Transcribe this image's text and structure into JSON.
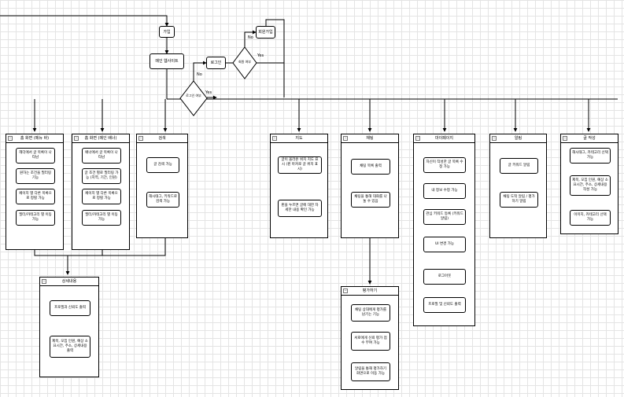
{
  "flow": {
    "start": "가입",
    "main_website": "메인 웹사이트",
    "login": "로그인",
    "signup_feature": "회원가입",
    "member_decision": "회원 여부",
    "login_decision": "로그인 여부",
    "edge_no_1": "No",
    "edge_yes_1": "Yes",
    "edge_no_2": "No",
    "edge_yes_2": "Yes"
  },
  "pools": [
    {
      "title": "홈 화면 (메뉴 바)",
      "items": [
        "헤더에서 글 목록이 나타남",
        "원하는 조건을 필터링 기능",
        "페이지 별 다른 목록으로 정렬 가능",
        "필터/카테고리 별 이동 가능"
      ]
    },
    {
      "title": "홈 화면 (메인 배너)",
      "items": [
        "배너에서 글 목록이 나타남",
        "글 조건 별로 필터링 가능 (지역, 기간, 인원)",
        "페이지 별 다른 목록으로 정렬 가능",
        "필터/카테고리 별 이동 가능"
      ]
    },
    {
      "title": "검색",
      "items": [
        "글 검색 가능",
        "해시태그, 키워드로 검색 가능"
      ]
    },
    {
      "title": "지도",
      "items": [
        "글이 올라온 위치 지도 표시 (핀 마커로 글 위치 표시)",
        "핀을 누르면 글에 대한 자세한 내용 확인 가능"
      ]
    },
    {
      "title": "채팅",
      "items": [
        "채팅 목록 출력",
        "채팅을 통해 대화를 나눌 수 있음"
      ]
    },
    {
      "title": "마이페이지",
      "items": [
        "자신이 작성한 글 목록 수정 가능",
        "내 정보 수정 가능",
        "관심 키워드 등록 (키워드 알림)",
        "UI 변경 가능",
        "로그아웃",
        "프로필 및 신뢰도 출력"
      ]
    },
    {
      "title": "알림",
      "items": [
        "글 키워드 알림",
        "채팅 도착 알림 / 평가하기 알림"
      ]
    },
    {
      "title": "글 작성",
      "items": [
        "해시태그, 카테고리 선택 가능",
        "제목, 모집 인원, 예상 소요시간, 주소, 상세내용 작성 가능",
        "이미지, 카테고리 선택 가능"
      ]
    },
    {
      "title": "상세내용",
      "items": [
        "프로필과 신뢰도 출력",
        "제목, 모집 인원, 예상 소요시간, 주소, 상세내용 출력"
      ]
    },
    {
      "title": "평가하기",
      "items": [
        "채팅 상대에게 평가를 남기는 기능",
        "서로에게 신뢰 평가 점수 부여 가능",
        "알림을 통해 평가하기 화면으로 이동 가능"
      ]
    }
  ]
}
